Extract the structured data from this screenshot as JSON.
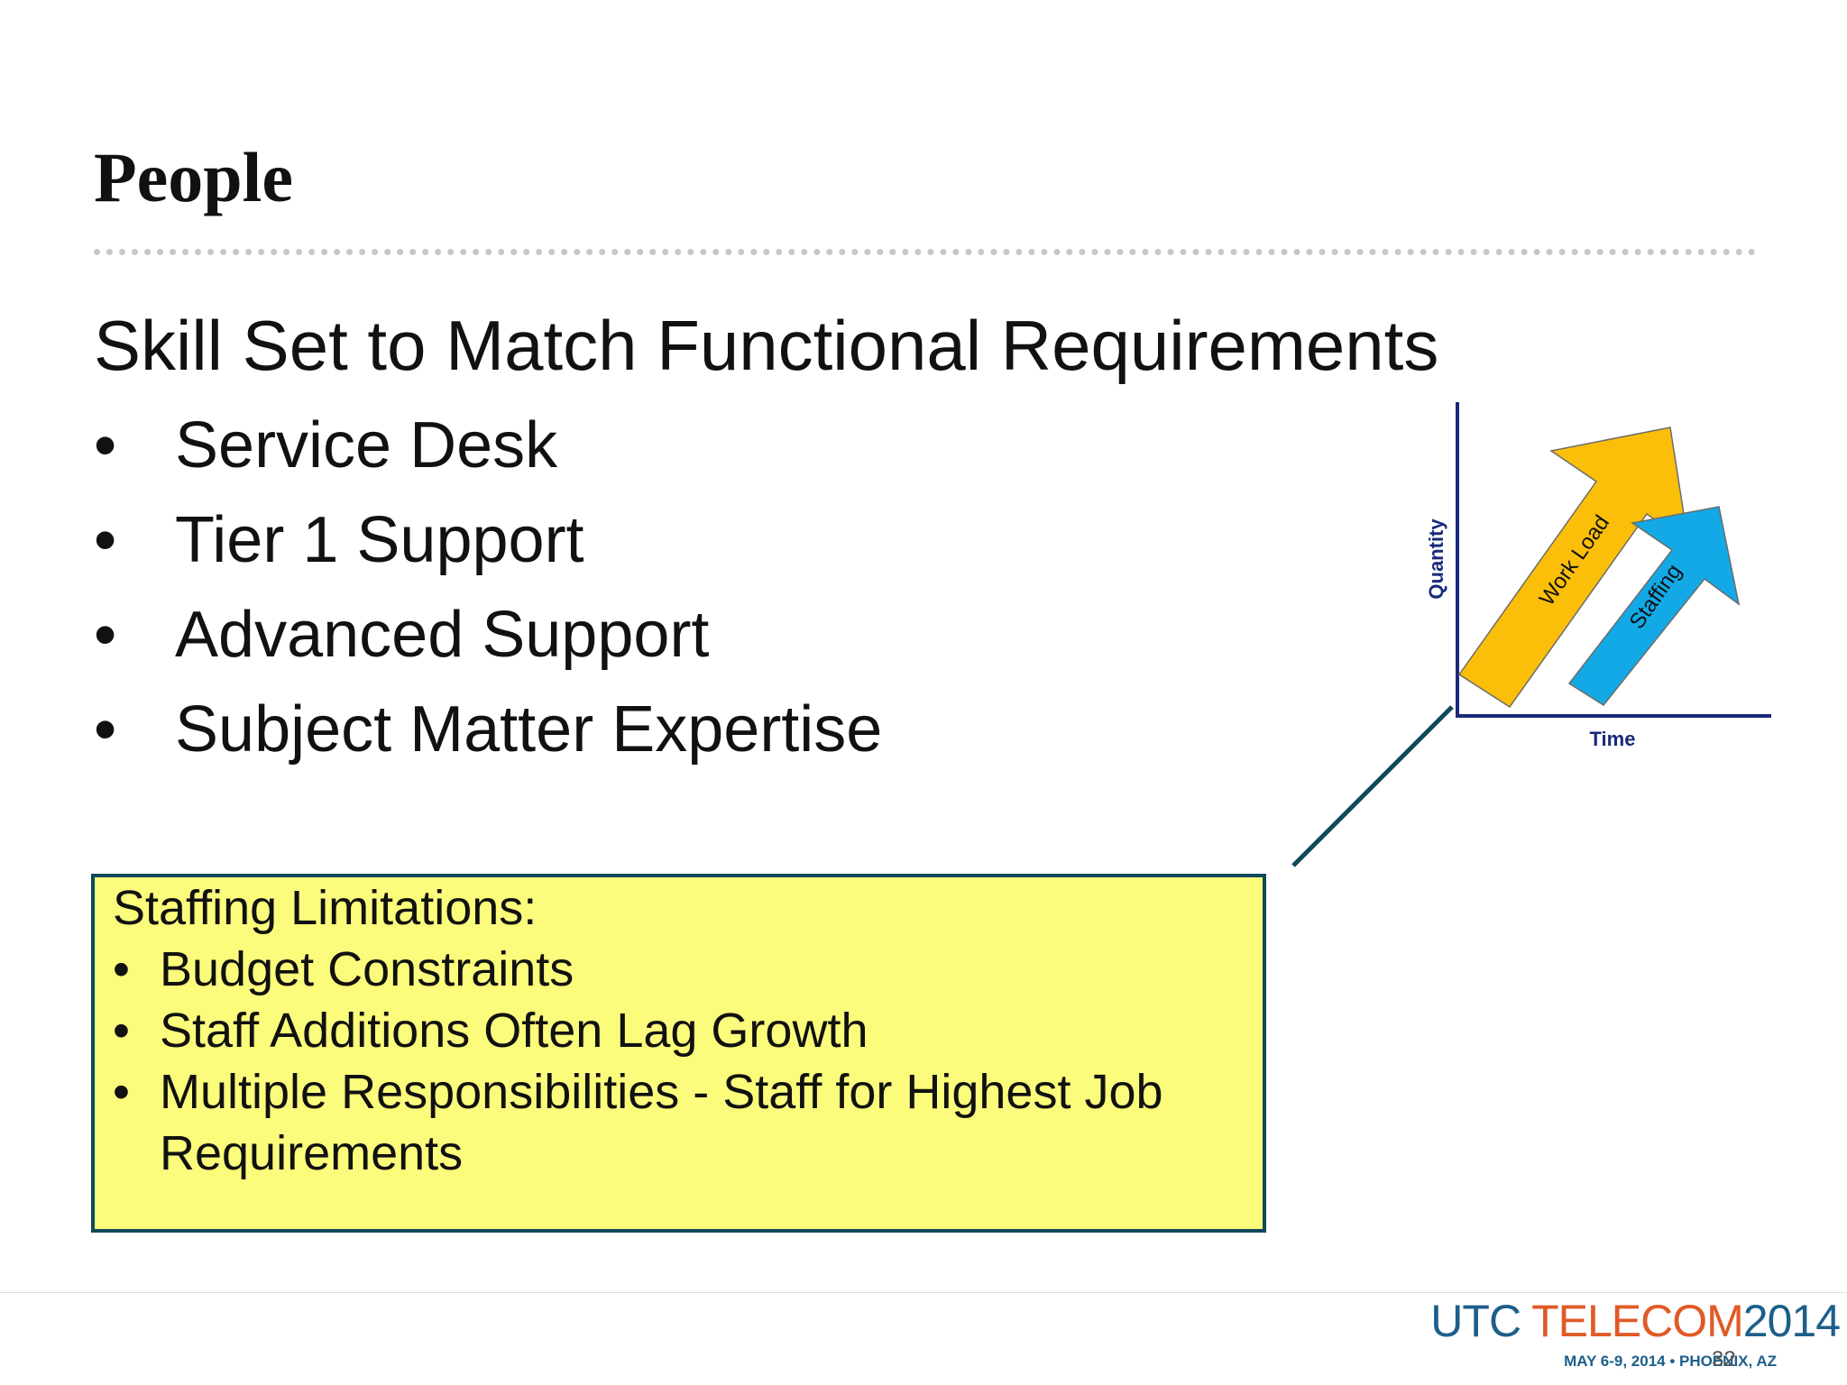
{
  "slide": {
    "title": "People",
    "subtitle": "Skill Set to Match Functional Requirements",
    "bullet_symbol": "•",
    "bullets": [
      "Service Desk",
      "Tier 1 Support",
      "Advanced Support",
      "Subject Matter Expertise"
    ]
  },
  "callout": {
    "heading": "Staffing Limitations:",
    "bullet_symbol": "•",
    "items": [
      "Budget Constraints",
      "Staff Additions Often Lag Growth",
      "Multiple Responsibilities - Staff for Highest Job Requirements"
    ],
    "background_color": "#fcfc7c",
    "border_color": "#0f4a5a"
  },
  "diagram": {
    "y_axis_label": "Quantity",
    "x_axis_label": "Time",
    "arrows": [
      {
        "label": "Work Load",
        "color": "#fbbf0a"
      },
      {
        "label": "Staffing",
        "color": "#13a9e6"
      }
    ],
    "axis_color": "#1a2a7a"
  },
  "footer": {
    "logo_utc": "UTC",
    "logo_telecom": "TELECOM",
    "logo_year": "2014",
    "logo_tagline": "MAY 6-9, 2014  •  PHOENIX, AZ",
    "page_number": "32"
  }
}
